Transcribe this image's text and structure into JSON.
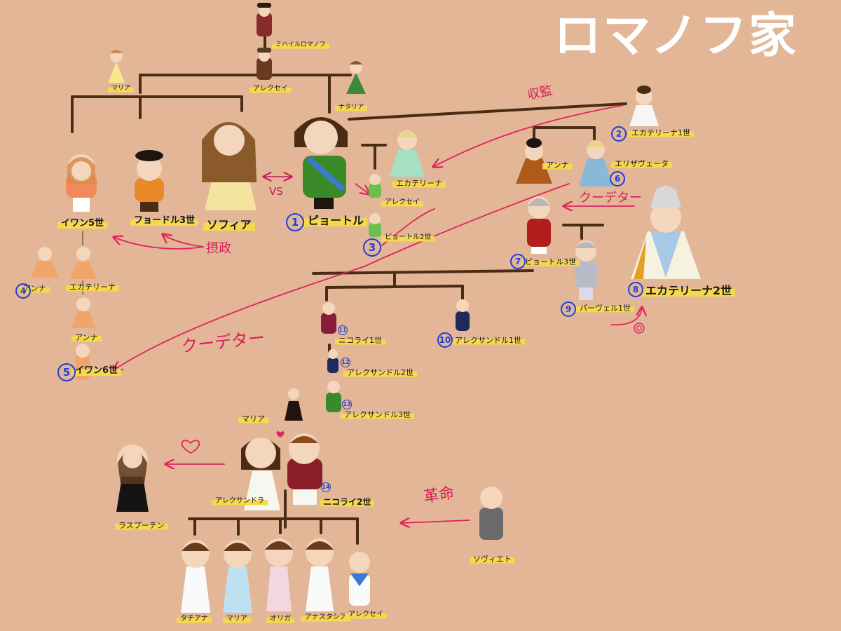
{
  "title": "ロマノフ家",
  "people": {
    "mikhail": "ミハイルロマノフ",
    "alexei": "アレクセイ",
    "maria_top": "マリア",
    "natalia": "ナタリア",
    "ivan5": "イワン5世",
    "fyodor3": "フョードル3世",
    "sofia": "ソフィア",
    "peter1": "ピョートル",
    "alexei_son": "アレクセイ",
    "peter2": "ピョートル2世",
    "ekaterina_wife": "エカテリーナ",
    "anna_duchess": "アンナ",
    "ekaterina_ivan": "エカテリーナ",
    "anna_mother": "アンナ",
    "ivan6": "イワン6世",
    "ekaterina1": "エカテリーナ1世",
    "anna_daughter": "アンナ",
    "elizaveta": "エリザヴェータ",
    "peter3": "ピョートル3世",
    "ekaterina2": "エカテリーナ2世",
    "pavel1": "パーヴェル1世",
    "nikolai1": "ニコライ1世",
    "alexander1": "アレクサンドル1世",
    "alexander2": "アレクサンドル2世",
    "alexander3": "アレクサンドル3世",
    "maria_mother": "マリア",
    "alexandra": "アレクサンドラ",
    "nikolai2": "ニコライ2世",
    "rasputin": "ラスプーチン",
    "soviet": "ソヴィエト",
    "tatiana": "タチアナ",
    "maria_daughter": "マリア",
    "olga": "オリガ",
    "anastasia": "アナスタシア",
    "alexei_last": "アレクセイ"
  },
  "numbers": {
    "n1": "1",
    "n2": "2",
    "n3": "3",
    "n4": "4",
    "n5": "5",
    "n6": "6",
    "n7": "7",
    "n8": "8",
    "n9": "9",
    "n10": "10",
    "n11": "11",
    "n12": "12",
    "n13": "13",
    "n14": "14"
  },
  "notes": {
    "vs": "VS",
    "sessho": "摂政",
    "kankin": "収監",
    "coup_right": "クーデター",
    "coup_left": "クーデター",
    "kakumei": "革命"
  },
  "colors": {
    "background": "#e2b697",
    "line": "#4a2c14",
    "arrow": "#e0245e",
    "number": "#1f3fd6",
    "highlight": "#f5d84e"
  }
}
